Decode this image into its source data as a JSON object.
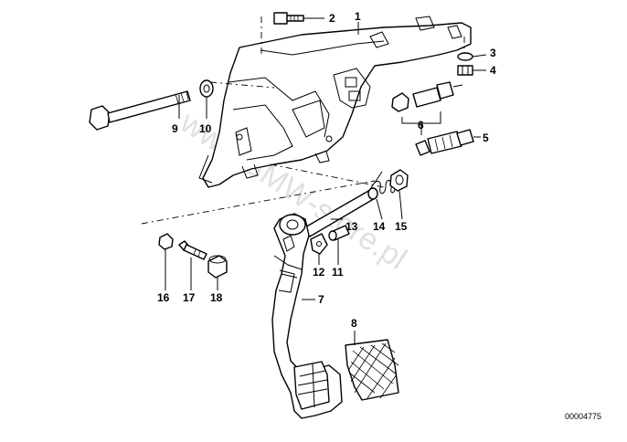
{
  "diagram": {
    "watermark": "www.BMW-store.pl",
    "reference": "00004775",
    "callouts": [
      "1",
      "2",
      "3",
      "4",
      "5",
      "6",
      "7",
      "8",
      "9",
      "10",
      "11",
      "12",
      "13",
      "14",
      "15",
      "16",
      "17",
      "18"
    ]
  }
}
